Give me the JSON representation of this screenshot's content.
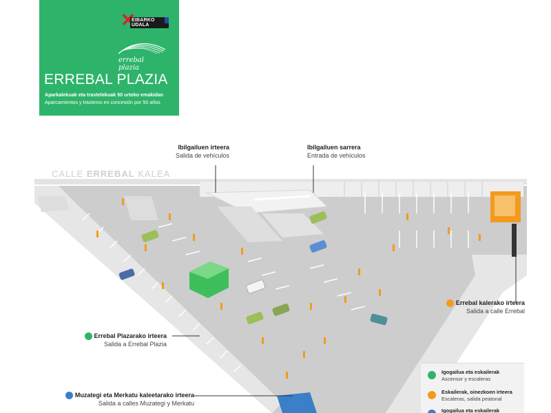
{
  "header": {
    "brand_logo_text": "EIBARKO UDALA",
    "plazia_logo_text": "errebal plazia",
    "title": "ERREBAL PLAZIA",
    "subtitle_eu": "Aparkalekuak eta trastelekuak 50 urteko emakidan",
    "subtitle_es": "Aparcamientos y trasteros en concesión por 50 años",
    "color": "#2db46a"
  },
  "street_label": {
    "prefix": "CALLE",
    "bold": "ERREBAL",
    "suffix": "KALEA"
  },
  "callouts": {
    "vehicle_exit": {
      "eu": "Ibilgailuen irteera",
      "es": "Salida de vehículos"
    },
    "vehicle_entry": {
      "eu": "Ibilgailuen sarrera",
      "es": "Entrada de vehículos"
    },
    "errebal_street_exit": {
      "eu": "Errebal kalerako irteera",
      "es": "Salida a calle Errebal",
      "color": "#f39a1e"
    },
    "plaza_exit": {
      "eu": "Errebal Plazarako irteera",
      "es": "Salida a Errebal Plazia",
      "color": "#2db46a"
    },
    "muzategi_exit": {
      "eu": "Muzategi eta Merkatu kaleetarako irteera",
      "es": "Salida a calles Muzategi y Merkatu",
      "color": "#3a7fc8"
    }
  },
  "legend": {
    "items": [
      {
        "eu": "Igogailua eta eskailerak",
        "es": "Ascensor y escaleras",
        "color": "#2db46a"
      },
      {
        "eu": "Eskailerak, oinezkoen irteera",
        "es": "Escaleras, salida peatonal",
        "color": "#f39a1e"
      },
      {
        "eu": "Igogailua eta eskailerak",
        "color": "#3a7fc8"
      }
    ]
  },
  "colors": {
    "floor": "#cfcfcf",
    "wall": "#e9e9e9",
    "pillar": "#f39a1e"
  }
}
